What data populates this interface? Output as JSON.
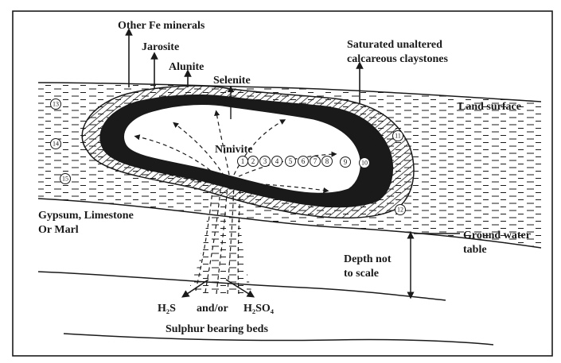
{
  "labels": {
    "other_fe": "Other Fe minerals",
    "jarosite": "Jarosite",
    "alunite": "Alunite",
    "selenite": "Selenite",
    "saturated_1": "Saturated unaltered",
    "saturated_2": "calcareous claystones",
    "land_surface": "Land surface",
    "ninivite": "Ninivite",
    "gypsum_1": "Gypsum, Limestone",
    "gypsum_2": "Or Marl",
    "groundwater_1": "Ground water",
    "groundwater_2": "table",
    "depth_1": "Depth not",
    "depth_2": "to scale",
    "h2s": "H₂S",
    "andor": "and/or",
    "h2so4": "H₂SO₄",
    "sulphur": "Sulphur bearing beds"
  },
  "zones": {
    "row": [
      "1",
      "2",
      "3",
      "4",
      "5",
      "6",
      "7",
      "8",
      "9",
      "10"
    ],
    "z11": "11",
    "z12": "12",
    "z13": "13",
    "z14": "14",
    "z15": "15"
  },
  "colors": {
    "ink": "#1a1a1a",
    "background": "#ffffff"
  }
}
